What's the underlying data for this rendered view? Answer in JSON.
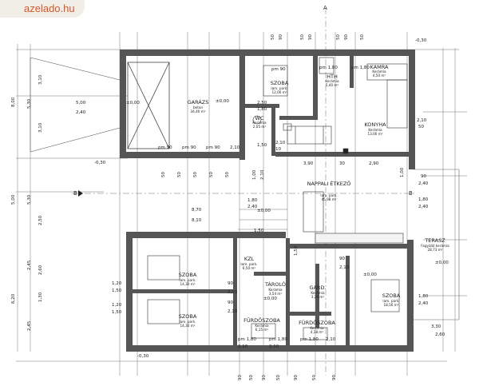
{
  "watermark": "azelado.hu",
  "rooms": [
    {
      "id": "garazs",
      "name": "GARÁZS",
      "finish": "beton",
      "area": "34,40 m²"
    },
    {
      "id": "szoba-top",
      "name": "SZOBA",
      "finish": "lam. park.",
      "area": "12,00 m²"
    },
    {
      "id": "hth",
      "name": "HTH",
      "finish": "Kerámia",
      "area": "5,40 m²"
    },
    {
      "id": "kamra",
      "name": "KAMRA",
      "finish": "Kerámia",
      "area": "4,50 m²"
    },
    {
      "id": "wc",
      "name": "WC",
      "finish": "Kerámia",
      "area": "2,05 m²"
    },
    {
      "id": "konyha",
      "name": "KONYHA",
      "finish": "Kerámia",
      "area": "13,00 m²"
    },
    {
      "id": "nappali",
      "name": "NAPPALI ÉTKEZŐ",
      "finish": "lam. park.",
      "area": "45,98 m²"
    },
    {
      "id": "terasz",
      "name": "TERASZ",
      "finish": "Fagyálló kerámia",
      "area": "28,73 m²"
    },
    {
      "id": "kzl",
      "name": "KZL",
      "finish": "lam. park.",
      "area": "6,50 m²"
    },
    {
      "id": "szoba-l1",
      "name": "SZOBA",
      "finish": "lam. park.",
      "area": "14,30 m²"
    },
    {
      "id": "szoba-l2",
      "name": "SZOBA",
      "finish": "lam. park.",
      "area": "14,30 m²"
    },
    {
      "id": "tarolo",
      "name": "TÁROLÓ",
      "finish": "Kerámia",
      "area": "3,54 m²"
    },
    {
      "id": "gard",
      "name": "GARD.",
      "finish": "Kerámia",
      "area": "3,29 m²"
    },
    {
      "id": "szoba-r",
      "name": "SZOBA",
      "finish": "lam. park.",
      "area": "18,56 m²"
    },
    {
      "id": "furdo1",
      "name": "FÜRDŐSZOBA",
      "finish": "Kerámia",
      "area": "6,15 m²"
    },
    {
      "id": "furdo2",
      "name": "FÜRDŐSZOBA",
      "finish": "Kerámia",
      "area": "4,18 m²"
    }
  ],
  "elevations": [
    "±0,00",
    "±0,00",
    "±0,00",
    "±0,00",
    "±0,00",
    "±0,00",
    "-0,30",
    "-0,30",
    "-0,30"
  ],
  "section_marks": [
    "B",
    "B",
    "A"
  ],
  "dims_top": [
    "50",
    "90",
    "50",
    "90",
    "50",
    "90",
    "50"
  ],
  "dims_bottom": [
    "90",
    "50",
    "90",
    "50",
    "90",
    "50",
    "90"
  ],
  "dims_left": [
    "3,10",
    "5,30",
    "8,00",
    "3,10",
    "5,00",
    "5,30",
    "2,50",
    "2,45",
    "2,60",
    "6,20",
    "1,30",
    "2,45"
  ],
  "dims_right": [
    "2,10",
    "50",
    "90",
    "2,40",
    "1,80",
    "2,40",
    "1,80",
    "2,40",
    "3,30",
    "2,60"
  ],
  "dims_inner": [
    "5,00",
    "2,40",
    "pm 90",
    "pm 90",
    "pm 90",
    "2,10",
    "pm 90",
    "pm 1,80",
    "pm 1,80",
    "2,50",
    "1,80",
    "10",
    "2,10",
    "1,50",
    "3,90",
    "30",
    "2,90",
    "8,70",
    "8,10",
    "1,80",
    "2,40",
    "1,50",
    "1,20",
    "1,50",
    "1,20",
    "1,50",
    "90",
    "2,10",
    "90",
    "2,10",
    "90",
    "2,10",
    "pm 1,80",
    "pm 1,80",
    "pm 1,80",
    "2,10",
    "2,10",
    "2,10",
    "1,00",
    "2,10",
    "1,50",
    "50",
    "50",
    "50",
    "50",
    "50",
    "1,00"
  ]
}
